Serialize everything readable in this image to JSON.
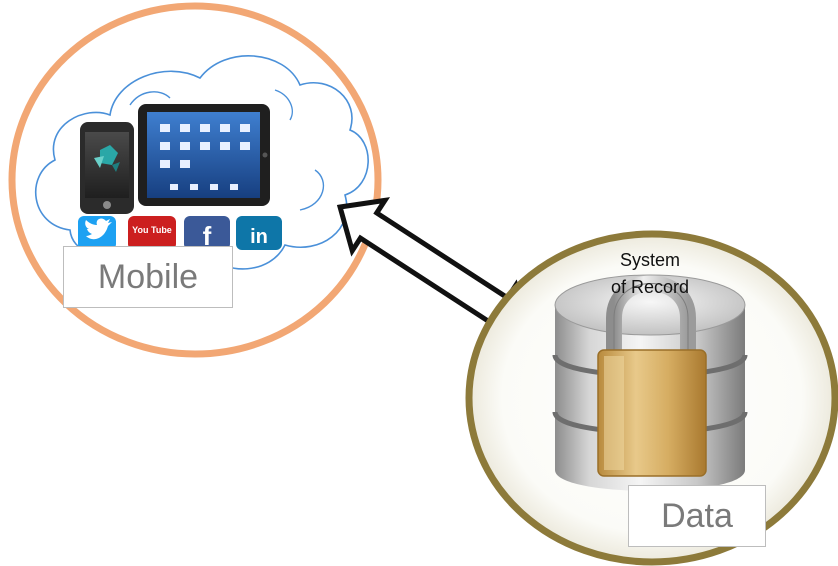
{
  "mobile_circle": {
    "label": "Mobile",
    "ring_color": "#f2a774",
    "social_icons": [
      {
        "name": "twitter-icon",
        "glyph": "",
        "color": "#1da1f2"
      },
      {
        "name": "youtube-icon",
        "glyph": "You Tube",
        "color": "#cc1f1f"
      },
      {
        "name": "facebook-icon",
        "glyph": "f",
        "color": "#3b5998"
      },
      {
        "name": "linkedin-icon",
        "glyph": "in",
        "color": "#0e76a8"
      }
    ]
  },
  "data_circle": {
    "label": "Data",
    "caption_line_1": "System",
    "caption_line_2": "of Record",
    "ring_color": "#8d7a3a"
  },
  "connector": {
    "icon": "double-headed-arrow-icon"
  }
}
